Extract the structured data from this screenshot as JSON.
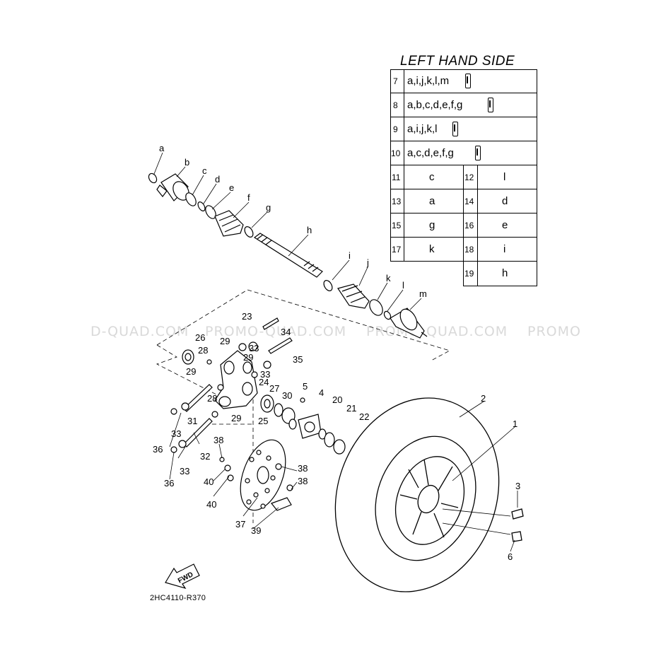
{
  "table": {
    "title": "LEFT HAND SIDE",
    "rows": [
      {
        "num": "7",
        "refs": "a,i,j,k,l,m"
      },
      {
        "num": "8",
        "refs": "a,b,c,d,e,f,g"
      },
      {
        "num": "9",
        "refs": "a,i,j,k,l"
      },
      {
        "num": "10",
        "refs": "a,c,d,e,f,g"
      }
    ],
    "pairs": [
      {
        "n1": "11",
        "v1": "c",
        "n2": "12",
        "v2": "l"
      },
      {
        "n1": "13",
        "v1": "a",
        "n2": "14",
        "v2": "d"
      },
      {
        "n1": "15",
        "v1": "g",
        "n2": "16",
        "v2": "e"
      },
      {
        "n1": "17",
        "v1": "k",
        "n2": "18",
        "v2": "i"
      },
      {
        "n2": "19",
        "v2": "h"
      }
    ]
  },
  "watermarks": [
    "D-QUAD.COM",
    "PROMO-QUAD.COM",
    "PROMO-QUAD.COM",
    "PROMO"
  ],
  "labels": {
    "a": "a",
    "b": "b",
    "c": "c",
    "d": "d",
    "e": "e",
    "f": "f",
    "g": "g",
    "h": "h",
    "i": "i",
    "j": "j",
    "k": "k",
    "l": "l",
    "m": "m",
    "p1": "1",
    "p2": "2",
    "p3": "3",
    "p4": "4",
    "p5": "5",
    "p6": "6",
    "p20": "20",
    "p21": "21",
    "p22": "22",
    "p23": "23",
    "p24": "24",
    "p25": "25",
    "p26": "26",
    "p27": "27",
    "p28a": "28",
    "p28b": "28",
    "p29a": "29",
    "p29b": "29",
    "p29c": "29",
    "p29d": "29",
    "p30": "30",
    "p31": "31",
    "p32": "32",
    "p33a": "33",
    "p33b": "33",
    "p33c": "33",
    "p33d": "33",
    "p34": "34",
    "p35": "35",
    "p36a": "36",
    "p36b": "36",
    "p37": "37",
    "p38a": "38",
    "p38b": "38",
    "p38c": "38",
    "p39": "39",
    "p40a": "40",
    "p40b": "40"
  },
  "fwd": "FWD",
  "code": "2HC4110-R370"
}
